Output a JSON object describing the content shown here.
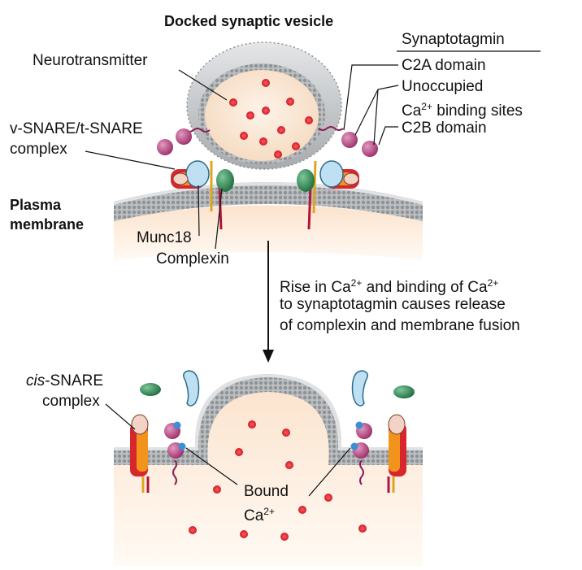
{
  "title": "Docked synaptic vesicle",
  "labels": {
    "synaptotagmin": "Synaptotagmin",
    "c2a_domain": "C2A domain",
    "unoccupied": "Unoccupied",
    "ca_base": "Ca",
    "ca_sup": "2+",
    "binding_sites": "binding sites",
    "c2b_domain": "C2B domain",
    "neurotransmitter": "Neurotransmitter",
    "vsnare_line1": "v-SNARE/t-SNARE",
    "vsnare_line2": "complex",
    "plasma_line1": "Plasma",
    "plasma_line2": "membrane",
    "munc18": "Munc18",
    "complexin": "Complexin",
    "cis_italic": "cis",
    "cis_rest": "-SNARE",
    "cis_line2": "complex",
    "bound": "Bound",
    "bound_ca": "Ca",
    "bound_sup": "2+"
  },
  "arrow_text": {
    "l1_a": "Rise in Ca",
    "l1_sup1": "2+",
    "l1_b": " and binding of Ca",
    "l1_sup2": "2+",
    "l2": "to synaptotagmin causes release",
    "l3": "of complexin and membrane fusion"
  },
  "colors": {
    "membrane_gray": "#a8abae",
    "membrane_head": "#c8cacc",
    "cytoplasm": "#fbe9d7",
    "vesicle_interior": "#fbe6d2",
    "neurotransmitter_red": "#e2202c",
    "synaptotagmin_purple": "#b2457c",
    "complexin_green": "#2e8a53",
    "munc18_blue": "#bfe0f2",
    "snare_red": "#d8262e",
    "snare_orange": "#f2941c",
    "snare_yellow": "#f6cf3a",
    "ca_blue": "#3b8fd6"
  }
}
